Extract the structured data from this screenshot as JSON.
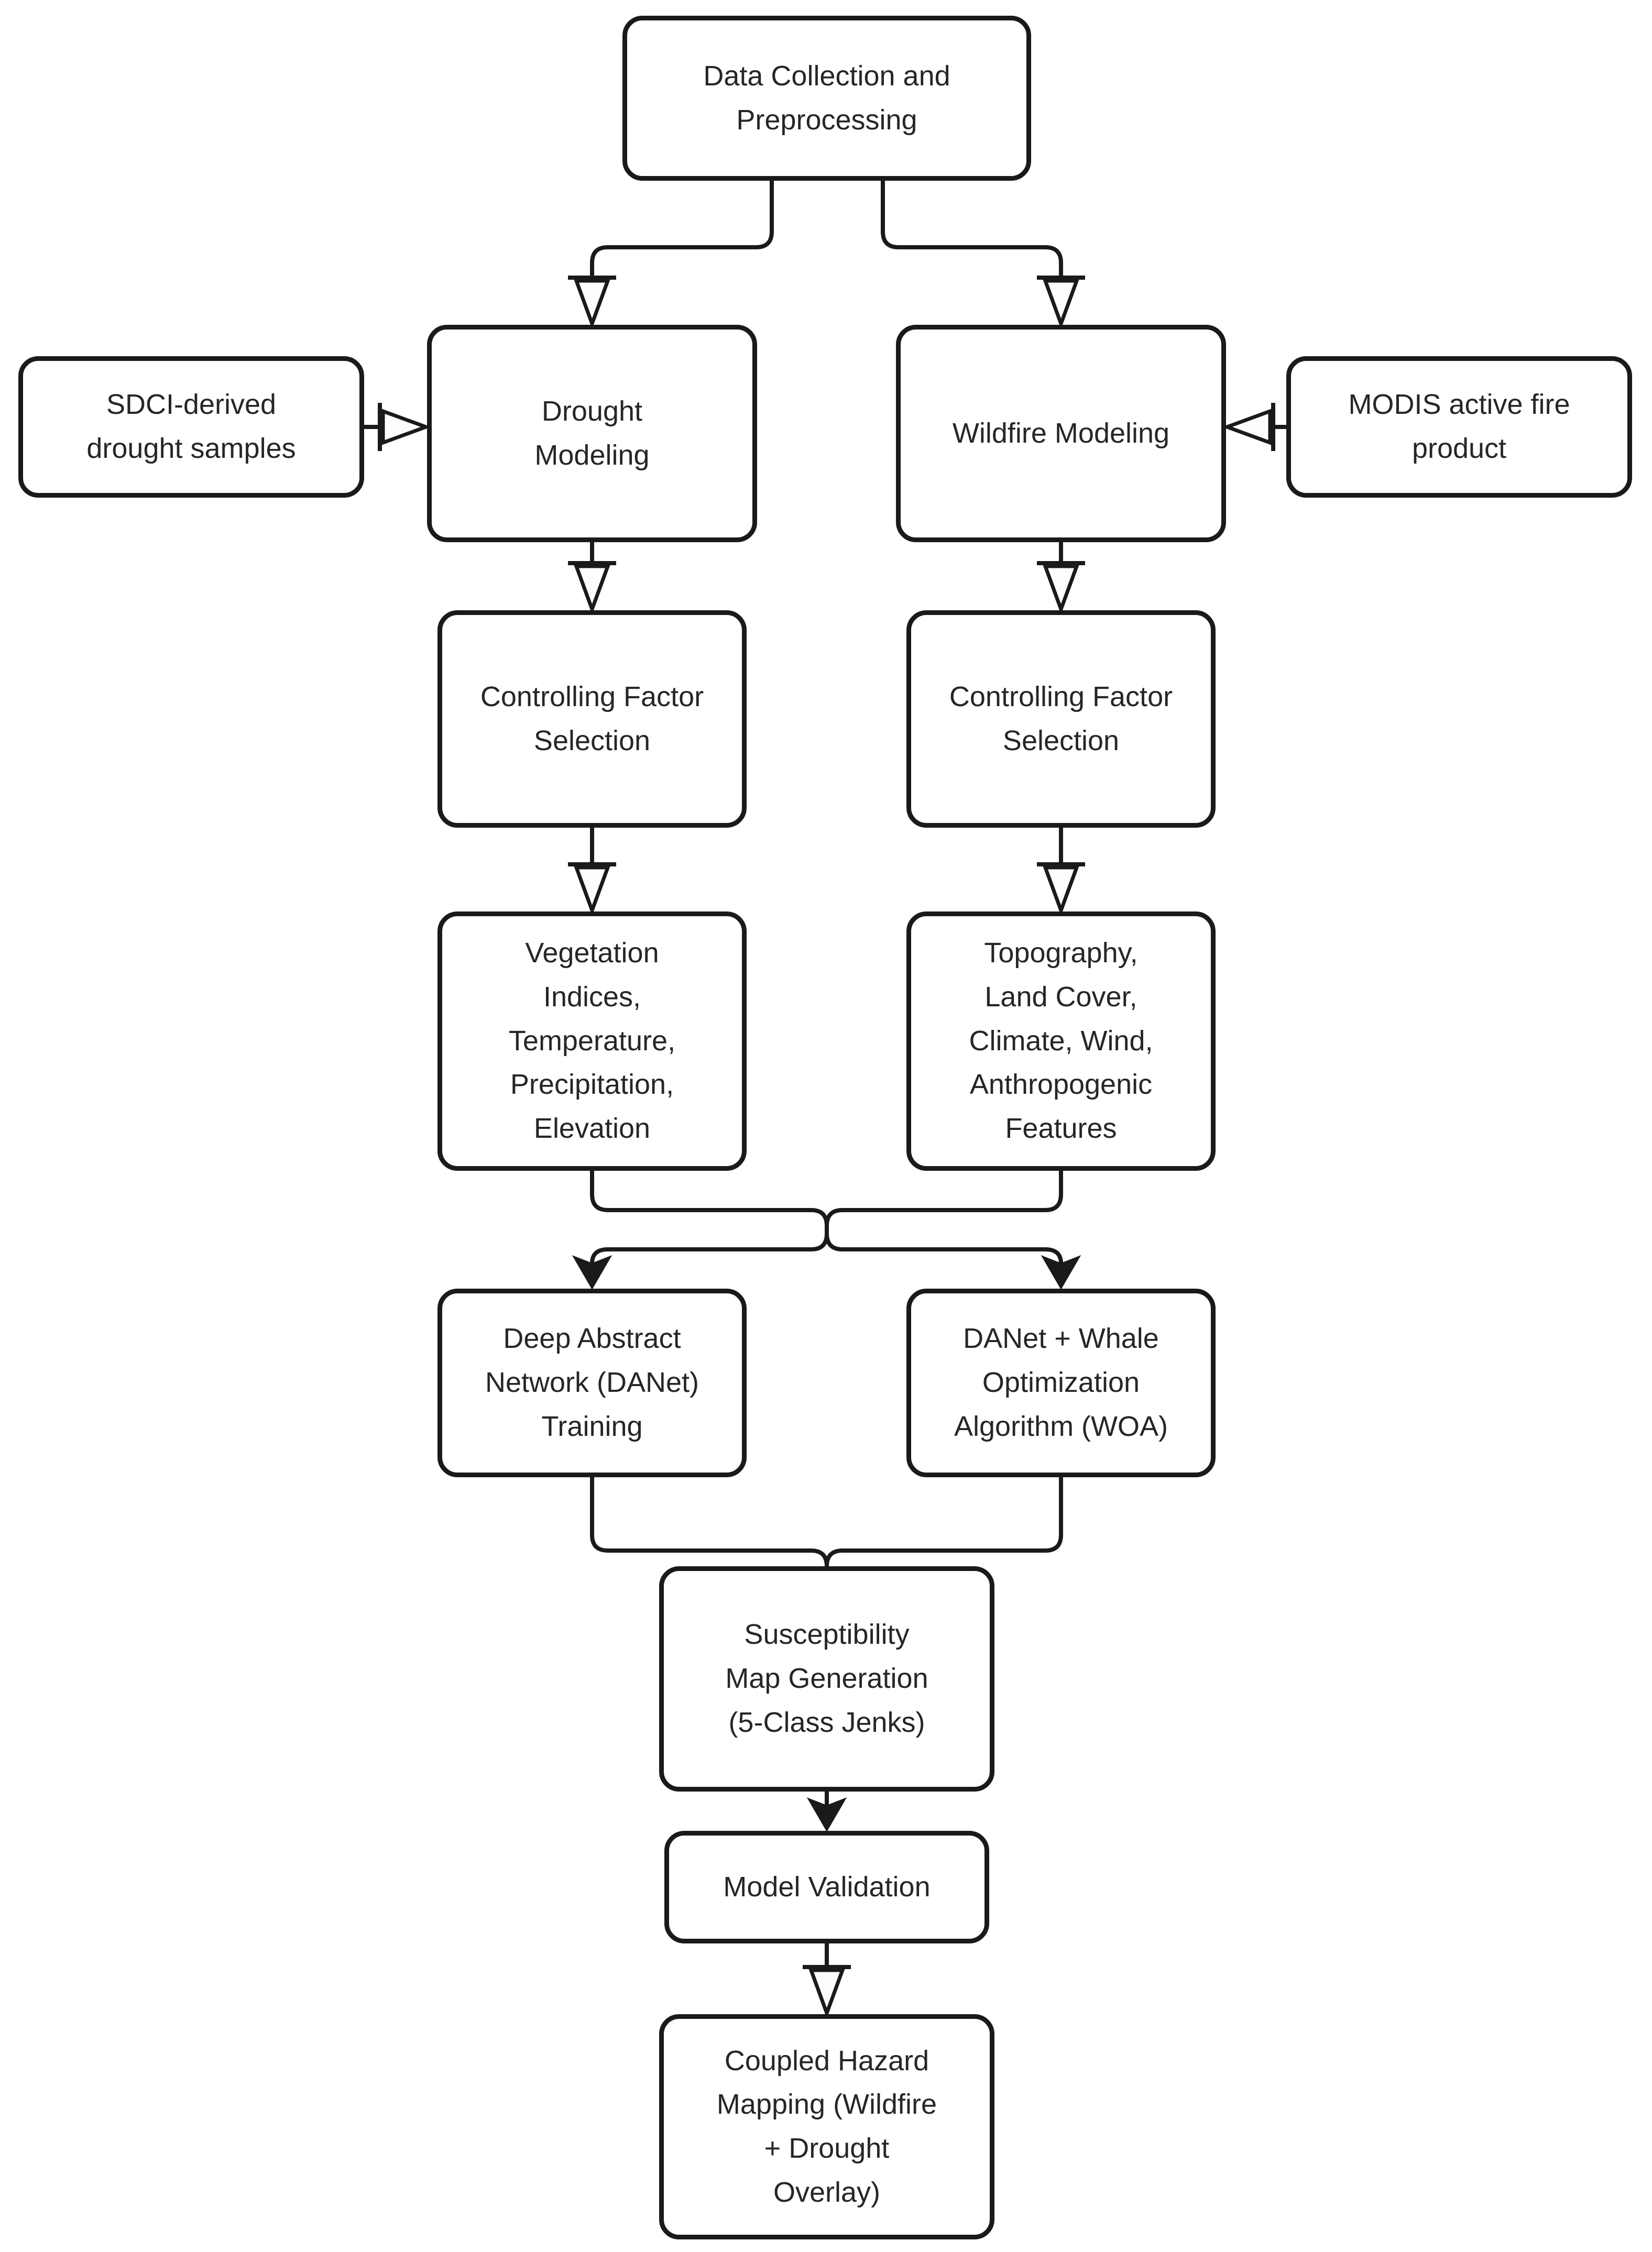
{
  "diagram": {
    "type": "flowchart",
    "colors": {
      "background": "#ffffff",
      "node_fill": "#ffffff",
      "stroke": "#1a1a1a",
      "text": "#262626"
    },
    "nodes": {
      "data_collection": {
        "label": "Data Collection and\nPreprocessing"
      },
      "sdci": {
        "label": "SDCI-derived\ndrought samples"
      },
      "drought_modeling": {
        "label": "Drought\nModeling"
      },
      "wildfire_modeling": {
        "label": "Wildfire Modeling"
      },
      "modis": {
        "label": "MODIS active fire\nproduct"
      },
      "cfs_left": {
        "label": "Controlling Factor\nSelection"
      },
      "cfs_right": {
        "label": "Controlling Factor\nSelection"
      },
      "factors_left": {
        "label": "Vegetation\nIndices,\nTemperature,\nPrecipitation,\nElevation"
      },
      "factors_right": {
        "label": "Topography,\nLand Cover,\nClimate, Wind,\nAnthropogenic\nFeatures"
      },
      "danet": {
        "label": "Deep Abstract\nNetwork (DANet)\nTraining"
      },
      "woa": {
        "label": "DANet + Whale\nOptimization\nAlgorithm (WOA)"
      },
      "susceptibility": {
        "label": "Susceptibility\nMap Generation\n(5-Class Jenks)"
      },
      "validation": {
        "label": "Model Validation"
      },
      "coupled": {
        "label": "Coupled Hazard\nMapping (Wildfire\n+ Drought\nOverlay)"
      }
    },
    "edges": [
      {
        "from": "data_collection",
        "to": "drought_modeling",
        "arrow": "hollow"
      },
      {
        "from": "data_collection",
        "to": "wildfire_modeling",
        "arrow": "hollow"
      },
      {
        "from": "sdci",
        "to": "drought_modeling",
        "arrow": "hollow"
      },
      {
        "from": "modis",
        "to": "wildfire_modeling",
        "arrow": "hollow"
      },
      {
        "from": "drought_modeling",
        "to": "cfs_left",
        "arrow": "hollow"
      },
      {
        "from": "wildfire_modeling",
        "to": "cfs_right",
        "arrow": "hollow"
      },
      {
        "from": "cfs_left",
        "to": "factors_left",
        "arrow": "hollow"
      },
      {
        "from": "cfs_right",
        "to": "factors_right",
        "arrow": "hollow"
      },
      {
        "from": "factors_left",
        "to": "danet",
        "arrow": "solid"
      },
      {
        "from": "factors_left",
        "to": "woa",
        "arrow": "solid"
      },
      {
        "from": "factors_right",
        "to": "danet",
        "arrow": "solid"
      },
      {
        "from": "factors_right",
        "to": "woa",
        "arrow": "solid"
      },
      {
        "from": "danet",
        "to": "susceptibility",
        "arrow": "none"
      },
      {
        "from": "woa",
        "to": "susceptibility",
        "arrow": "none"
      },
      {
        "from": "susceptibility",
        "to": "validation",
        "arrow": "solid"
      },
      {
        "from": "validation",
        "to": "coupled",
        "arrow": "hollow"
      }
    ]
  }
}
